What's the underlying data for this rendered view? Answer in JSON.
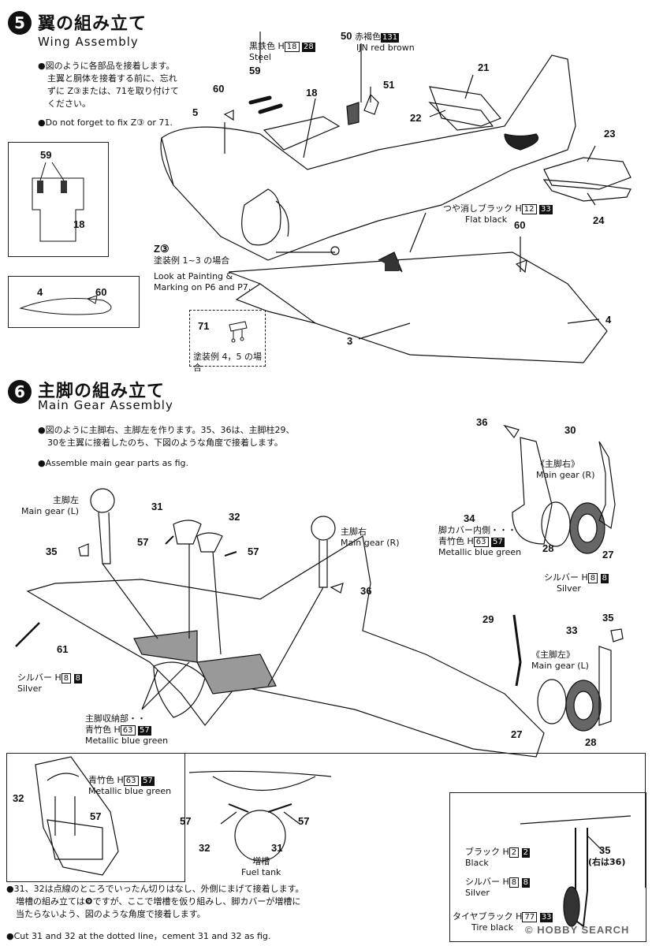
{
  "step5": {
    "number": "5",
    "title_jp": "翼の組み立て",
    "title_en": "Wing Assembly",
    "note_jp_1": "●図のように各部品を接着します。",
    "note_jp_2": "主翼と胴体を接着する前に、忘れ",
    "note_jp_3": "ずに Z③または、71を取り付けて",
    "note_jp_4": "ください。",
    "note_en": "●Do not forget to fix Z③ or 71.",
    "color_steel_jp": "黒鉄色 H",
    "color_steel_h": "18",
    "color_steel_m": "28",
    "color_steel_en": "Steel",
    "color_red_num": "50",
    "color_red_jp": "赤褐色",
    "color_red_m": "131",
    "color_red_en": "IJN red brown",
    "color_flat_jp": "つや消しブラック H",
    "color_flat_h": "12",
    "color_flat_m": "33",
    "color_flat_en": "Flat black",
    "z3_label": "Z③",
    "z3_note_jp": "塗装例 1~3 の場合",
    "z3_note_en_1": "Look at Painting &",
    "z3_note_en_2": "Marking on P6 and P7.",
    "part71_note_jp": "塗装例 4，5 の場合",
    "parts": {
      "p59": "59",
      "p18": "18",
      "p60a": "60",
      "p5": "5",
      "p51": "51",
      "p21": "21",
      "p22": "22",
      "p23": "23",
      "p24": "24",
      "p60b": "60",
      "p4": "4",
      "p3": "3",
      "p71": "71",
      "p59b": "59",
      "p18b": "18",
      "p4b": "4",
      "p60c": "60"
    }
  },
  "step6": {
    "number": "6",
    "title_jp": "主脚の組み立て",
    "title_en": "Main Gear Assembly",
    "note_jp_1": "●図のように主脚右、主脚左を作ります。35、36は、主脚柱29、",
    "note_jp_2": "30を主翼に接着したのち、下図のような角度で接着します。",
    "note_en": "●Assemble main gear parts as fig.",
    "gear_l_jp": "主脚左",
    "gear_l_en": "Main gear (L)",
    "gear_r_jp": "主脚右",
    "gear_r_en": "Main gear (R)",
    "gear_r2_jp": "《主脚右》",
    "gear_r2_en": "Main gear (R)",
    "gear_l2_jp": "《主脚左》",
    "gear_l2_en": "Main gear (L)",
    "cover_jp": "脚カバー内側・・・",
    "mbg_jp": "青竹色 H",
    "mbg_h": "63",
    "mbg_m": "57",
    "mbg_en": "Metallic blue green",
    "silver_jp": "シルバー H",
    "silver_h": "8",
    "silver_m": "8",
    "silver_en": "Silver",
    "well_jp": "主脚収納部・・",
    "parts": {
      "p31": "31",
      "p32": "32",
      "p57a": "57",
      "p57b": "57",
      "p35": "35",
      "p36": "36",
      "p61": "61",
      "p36b": "36",
      "p30": "30",
      "p34": "34",
      "p28": "28",
      "p27": "27",
      "p29": "29",
      "p33": "33",
      "p35b": "35",
      "p27b": "27",
      "p28b": "28"
    }
  },
  "bottom": {
    "p32": "32",
    "p57": "57",
    "p57b": "57",
    "p57c": "57",
    "p32b": "32",
    "p31": "31",
    "fuel_jp": "増槽",
    "fuel_en": "Fuel tank",
    "p35": "35",
    "p35_note": "(右は36)",
    "black_jp": "ブラック H",
    "black_h": "2",
    "black_m": "2",
    "black_en": "Black",
    "tire_jp": "タイヤブラック H",
    "tire_h": "77",
    "tire_m": "33",
    "tire_en": "Tire black",
    "note_jp_1": "●31、32は点線のところでいったん切りはなし、外側にまげて接着します。",
    "note_jp_2": "増槽の組み立ては❾ですが、ここで増槽を仮り組みし、脚カバーが増槽に",
    "note_jp_3": "当たらないよう、図のような角度で接着します。",
    "note_en": "●Cut 31 and 32 at the dotted line，cement 31 and 32 as fig."
  },
  "watermark": "© HOBBY SEARCH"
}
